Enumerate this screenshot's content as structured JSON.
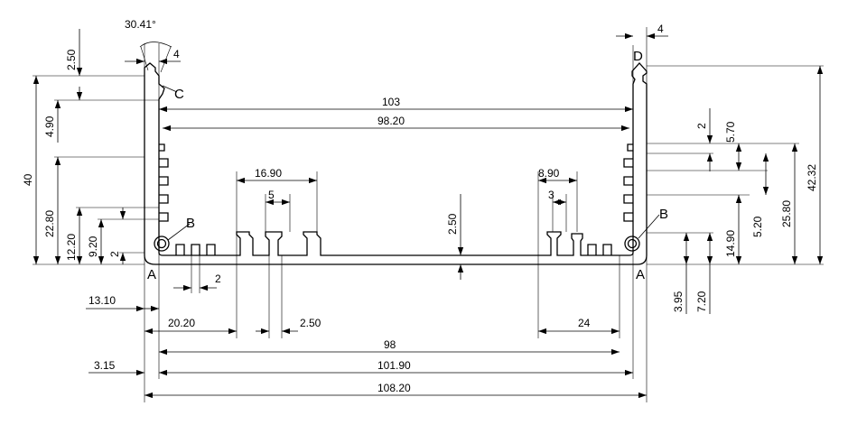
{
  "drawing": {
    "horizontal_dimensions": {
      "angle": "30.41°",
      "top_left_4": "4",
      "top_right_4": "4",
      "inner_103": "103",
      "inner_98_20": "98.20",
      "rib_16_90": "16.90",
      "rib_5": "5",
      "rib_8_90": "8.90",
      "rib_3": "3",
      "slot_2": "2",
      "offset_13_10": "13.10",
      "offset_20_20": "20.20",
      "width_2_50": "2.50",
      "right_24": "24",
      "base_98": "98",
      "left_3_15": "3.15",
      "base_101_90": "101.90",
      "total_108_20": "108.20"
    },
    "vertical_dimensions": {
      "left_2_50": "2.50",
      "left_4_90": "4.90",
      "left_40": "40",
      "left_22_80": "22.80",
      "left_12_20": "12.20",
      "left_9_20": "9.20",
      "left_2": "2",
      "mid_2_50": "2.50",
      "right_2": "2",
      "right_5_70": "5.70",
      "right_42_32": "42.32",
      "right_25_80": "25.80",
      "right_5_20": "5.20",
      "right_14_90": "14.90",
      "right_3_95": "3.95",
      "right_7_20": "7.20"
    },
    "labels": {
      "a_left": "A",
      "a_right": "A",
      "b_left": "B",
      "b_right": "B",
      "c": "C",
      "d": "D"
    }
  }
}
